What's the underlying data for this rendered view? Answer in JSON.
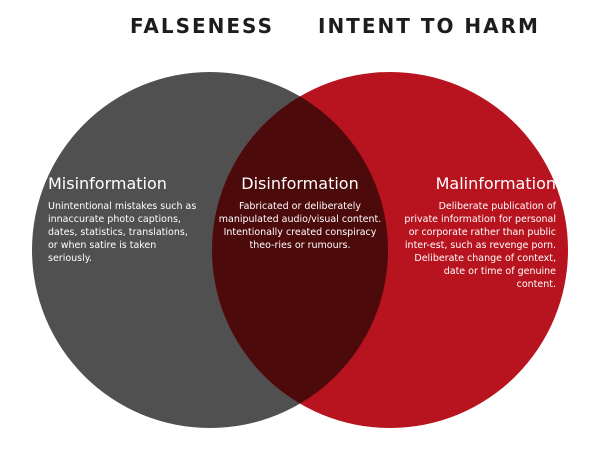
{
  "headings": {
    "left": "FALSENESS",
    "right": "INTENT TO HARM"
  },
  "colors": {
    "left_circle": "#505050",
    "right_circle": "#b8141f",
    "overlap": "#4d0a0b",
    "text": "#ffffff",
    "heading": "#1d1d1d"
  },
  "regions": {
    "misinformation": {
      "title": "Misinformation",
      "description": "Unintentional mistakes such as innaccurate photo captions, dates, statistics, translations, or when satire is taken seriously."
    },
    "disinformation": {
      "title": "Disinformation",
      "description": "Fabricated or deliberately manipulated audio/visual content. Intentionally created conspiracy theo-ries or rumours."
    },
    "malinformation": {
      "title": "Malinformation",
      "description": "Deliberate publication of private information for personal or corporate rather than public inter-est, such as revenge porn. Deliberate change of context, date or time of genuine content."
    }
  }
}
